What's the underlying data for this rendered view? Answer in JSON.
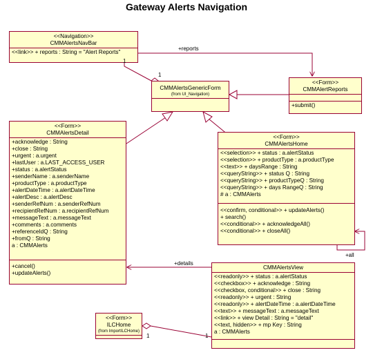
{
  "title": "Gateway Alerts Navigation",
  "navbar": {
    "stereotype": "<<Navigation>>",
    "name": "CMMAlertsNavBar",
    "attributes": [
      "<<link>> + reports : String = \"Alert Reports\""
    ]
  },
  "generic_form": {
    "name": "CMMAlertsGenericForm",
    "from": "(from UI_Navigation)"
  },
  "reports": {
    "stereotype": "<<Form>>",
    "name": "CMMAlertReports",
    "operations": [
      "+submit()"
    ]
  },
  "detail": {
    "stereotype": "<<Form>>",
    "name": "CMMAlertsDetail",
    "attributes": [
      "+acknowledge : String",
      "+close : String",
      "+urgent : a.urgent",
      "+lastUser : a.LAST_ACCESS_USER",
      "+status : a.alertStatus",
      "+senderName : a.senderName",
      "+productType : a.productType",
      "+alertDateTime : a.alertDateTime",
      "+alertDesc : a.alertDesc",
      "+senderRefNum : a.senderRefNum",
      "+recipientRefNum : a.recipientRefNum",
      "+messageText : a.messageText",
      "+comments : a.comments",
      "+referenceIdQ : String",
      "+fromQ : String",
      "a : CMMAlerts"
    ],
    "operations": [
      "+cancel()",
      "+updateAlerts()"
    ]
  },
  "home": {
    "stereotype": "<<Form>>",
    "name": "CMMAlertsHome",
    "attributes": [
      "<<selection>> + status : a.alertStatus",
      "<<selection>> + productType : a.productType",
      "<<text>> + daysRange : String",
      "<<queryString>> + status Q : String",
      "<<queryString>> + productTypeQ : String",
      "<<queryString>> + days RangeQ : String",
      "# a : CMMAlerts"
    ],
    "operations": [
      "<<confirm, conditional>> + updateAlerts()",
      "+ search()",
      "<<conditional>> + acknowledgeAll()",
      "<<conditional>> + closeAll()"
    ]
  },
  "view": {
    "name": "CMMAlertsView",
    "attributes": [
      "<<readonly>> + status : a.alertStatus",
      "<<checkbox>> + acknowledge : String",
      "<<checkbox, conditional>> + close : String",
      "<<readonly>> + urgent : String",
      "<<readonly>> + alertDateTime : a.alertDateTime",
      "<<text>> + messageText : a.messageText",
      "<<link>> + view Detail : String = \"detail\"",
      "<<text, hidden>> + mp Key : String",
      "a : CMMAlerts"
    ]
  },
  "ilc_home": {
    "stereotype": "<<Form>>",
    "name": "ILCHome",
    "from": "(from ImportILCHome)"
  },
  "labels": {
    "reports": "+reports",
    "details": "+details",
    "all": "+all",
    "mult_navbar_one": "1",
    "mult_generic_one": "1",
    "mult_ilc_one": "1",
    "mult_view_one": "1"
  },
  "colors": {
    "fill": "#ffffcc",
    "border": "#990033"
  }
}
